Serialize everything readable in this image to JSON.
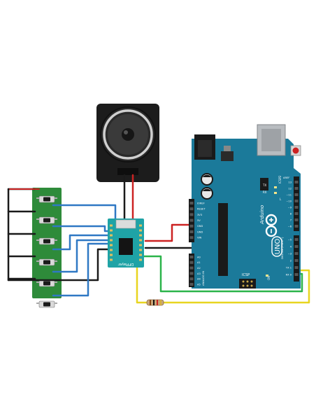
{
  "colors": {
    "arduino_board": "#1b7a9a",
    "module_board": "#1fa3a6",
    "button_board": "#2e8b3a",
    "wire_blue": "#2f78c4",
    "wire_black": "#1a1a1a",
    "wire_red": "#cc2222",
    "wire_green": "#2bb44a",
    "wire_yellow": "#e8d520"
  },
  "components": {
    "speaker": {
      "icon": "speaker-icon"
    },
    "mp3_module": {
      "label": "DFPlayer"
    },
    "resistor": {
      "icon": "resistor-icon"
    },
    "button_strip": {
      "button_count": 6
    },
    "arduino": {
      "brand": "Arduino",
      "model": "UNO",
      "on_label": "ON",
      "icsp_label": "ICSP",
      "icsp2_label": "ICSP2",
      "tx_label": "TX",
      "rx_label": "RX",
      "l_label": "L",
      "aref_label": "AREF",
      "digital_label": "DIGITAL (PWM~)",
      "analog_label": "ANALOG IN",
      "power_pins": [
        "IOREF",
        "RESET",
        "3V3",
        "5V",
        "GND",
        "GND",
        "VIN"
      ],
      "analog_pins": [
        "A0",
        "A1",
        "A2",
        "A3",
        "A4",
        "A5"
      ],
      "digital_pins": [
        "13",
        "12",
        "~11",
        "~10",
        "~9",
        "8",
        "7",
        "~6",
        "~5",
        "4",
        "~3",
        "2",
        "TX 1",
        "RX 0"
      ]
    }
  }
}
